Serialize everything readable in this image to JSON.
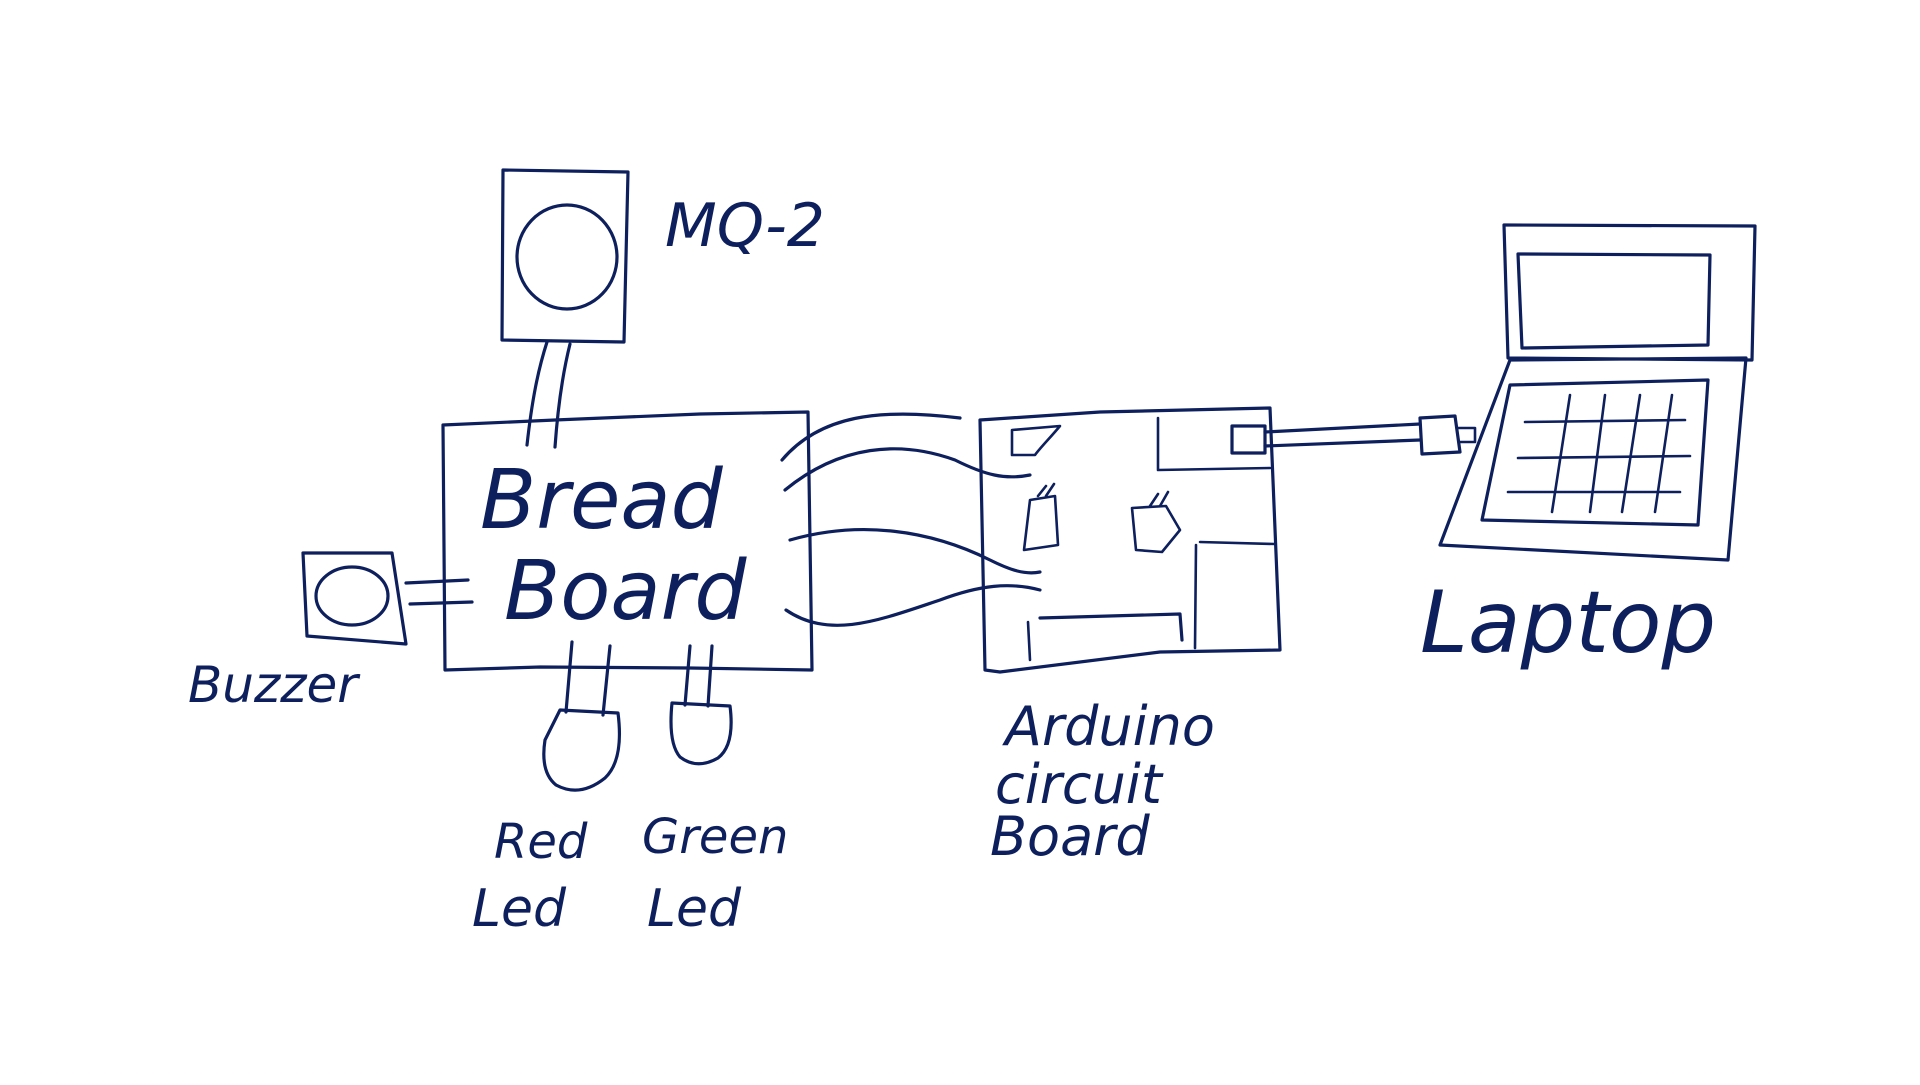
{
  "ink_color": "#0d1f5c",
  "background": "#ffffff",
  "labels": {
    "sensor": "MQ-2",
    "breadboard_line1": "Bread",
    "breadboard_line2": "Board",
    "buzzer": "Buzzer",
    "red_led_line1": "Red",
    "red_led_line2": "Led",
    "green_led_line1": "Green",
    "green_led_line2": "Led",
    "arduino_line1": "Arduino",
    "arduino_line2": "circuit",
    "arduino_line3": "Board",
    "laptop": "Laptop"
  }
}
